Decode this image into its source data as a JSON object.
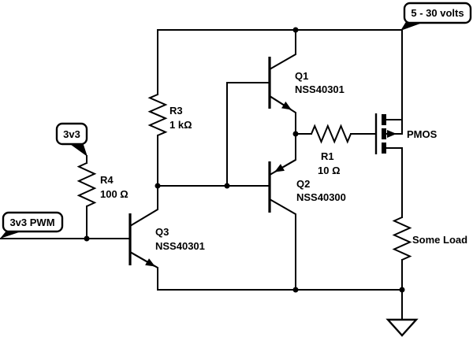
{
  "diagram": {
    "background_color": "#ffffff",
    "line_color": "#000000",
    "callouts": {
      "supply": {
        "label": "5 - 30 volts"
      },
      "rail3v3": {
        "label": "3v3"
      },
      "pwm": {
        "label": "3v3 PWM"
      }
    },
    "components": {
      "r3": {
        "ref": "R3",
        "value": "1 kΩ",
        "kind": "resistor"
      },
      "r4": {
        "ref": "R4",
        "value": "100 Ω",
        "kind": "resistor"
      },
      "r1": {
        "ref": "R1",
        "value": "10 Ω",
        "kind": "resistor"
      },
      "q1": {
        "ref": "Q1",
        "value": "NSS40301",
        "kind": "npn-transistor"
      },
      "q2": {
        "ref": "Q2",
        "value": "NSS40300",
        "kind": "pnp-transistor"
      },
      "q3": {
        "ref": "Q3",
        "value": "NSS40301",
        "kind": "npn-transistor"
      },
      "pmos": {
        "ref": "PMOS",
        "kind": "p-channel-mosfet"
      },
      "load": {
        "ref": "Some Load",
        "kind": "resistor"
      }
    }
  }
}
